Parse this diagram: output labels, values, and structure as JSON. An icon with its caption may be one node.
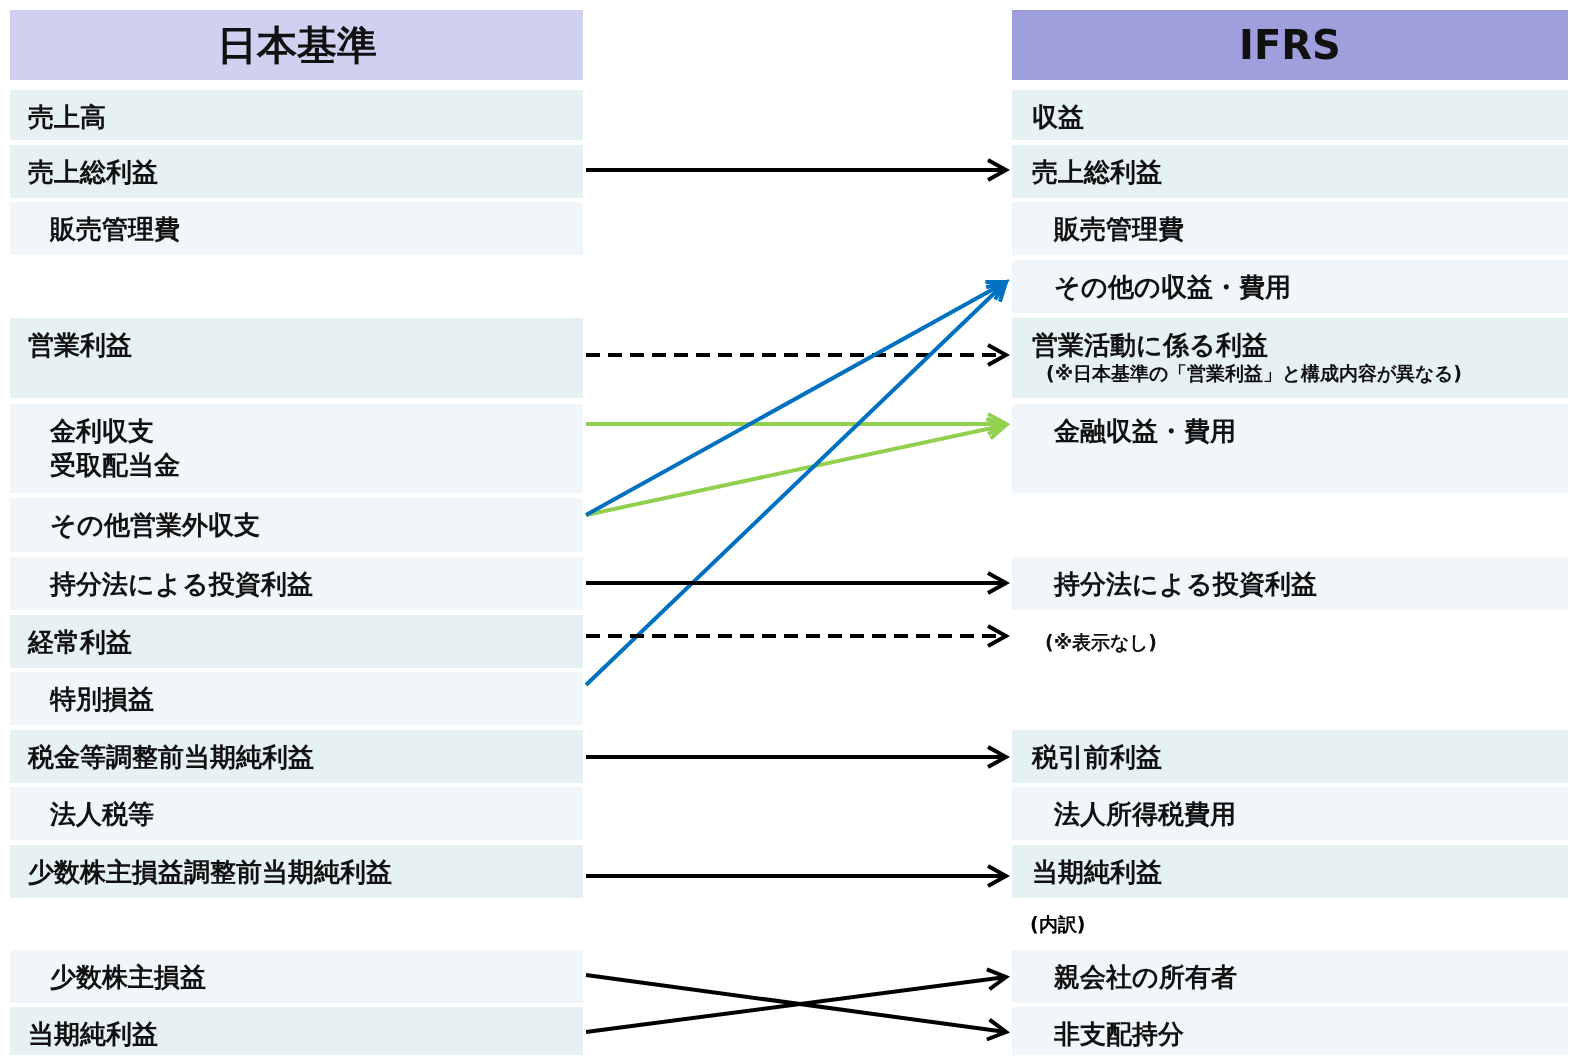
{
  "diagram": {
    "nodes": [
      {
        "text": [
          "日本基準"
        ]
      },
      {
        "text": [
          "売上高"
        ]
      },
      {
        "text": [
          "売上総利益"
        ]
      },
      {
        "text": [
          "販売管理費"
        ]
      },
      {
        "text": [
          "営業利益"
        ]
      },
      {
        "text": [
          "金利収支",
          "受取配当金"
        ]
      },
      {
        "text": [
          "その他営業外収支"
        ]
      },
      {
        "text": [
          "持分法による投資利益"
        ]
      },
      {
        "text": [
          "経常利益"
        ]
      },
      {
        "text": [
          "特別損益"
        ]
      },
      {
        "text": [
          "税金等調整前当期純利益"
        ]
      },
      {
        "text": [
          "法人税等"
        ]
      },
      {
        "text": [
          "少数株主損益調整前当期純利益"
        ]
      },
      {
        "text": [
          "少数株主損益"
        ]
      },
      {
        "text": [
          "当期純利益"
        ]
      },
      {
        "text": [
          "IFRS"
        ]
      },
      {
        "text": [
          "収益"
        ]
      },
      {
        "text": [
          "売上総利益"
        ]
      },
      {
        "text": [
          "販売管理費"
        ]
      },
      {
        "text": [
          "その他の収益・費用"
        ]
      },
      {
        "text": [
          "営業活動に係る利益",
          "(※日本基準の「営業利益」と構成内容が異なる)"
        ]
      },
      {
        "text": [
          "金融収益・費用"
        ]
      },
      {
        "text": [
          "持分法による投資利益"
        ]
      },
      {
        "text": [
          "(※表示なし)"
        ]
      },
      {
        "text": [
          "税引前利益"
        ]
      },
      {
        "text": [
          "法人所得税費用"
        ]
      },
      {
        "text": [
          "当期純利益"
        ]
      },
      {
        "text": [
          "親会社の所有者"
        ]
      },
      {
        "text": [
          "非支配持分"
        ]
      }
    ],
    "edges": [
      {
        "from": 2,
        "to": 17,
        "arrow": "to"
      },
      {
        "from": 4,
        "to": 20,
        "arrow": "to",
        "style": "dashed"
      },
      {
        "from": 5,
        "to": 21,
        "arrow": "to",
        "color": "#92d050"
      },
      {
        "from": 6,
        "to": 21,
        "arrow": "to",
        "color": "#92d050"
      },
      {
        "from": 6,
        "to": 19,
        "arrow": "to",
        "color": "#0070c0"
      },
      {
        "from": 9,
        "to": 19,
        "arrow": "to",
        "color": "#0070c0"
      },
      {
        "from": 7,
        "to": 22,
        "arrow": "to"
      },
      {
        "from": 8,
        "to": 23,
        "arrow": "to",
        "style": "dashed"
      },
      {
        "from": 10,
        "to": 24,
        "arrow": "to"
      },
      {
        "from": 12,
        "to": 26,
        "arrow": "to"
      },
      {
        "from": 13,
        "to": 28,
        "arrow": "to"
      },
      {
        "from": 14,
        "to": 27,
        "arrow": "to"
      }
    ],
    "labels": [
      "(内訳)"
    ]
  }
}
